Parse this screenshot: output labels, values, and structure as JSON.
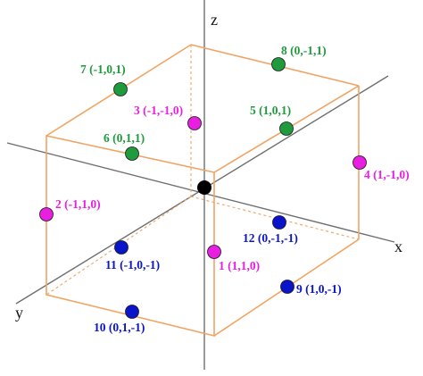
{
  "colors": {
    "green": "#1f9a3c",
    "magenta": "#e81ee0",
    "blue": "#0a14c8",
    "origin": "#000000",
    "cube_edge": "#f0a463",
    "axis": "#6e6e6e"
  },
  "axes": {
    "z_label": "z",
    "x_label": "x",
    "y_label": "y"
  },
  "points": [
    {
      "id": "1",
      "label": "1 (1,1,0)",
      "group": "magenta"
    },
    {
      "id": "2",
      "label": "2 (-1,1,0)",
      "group": "magenta"
    },
    {
      "id": "3",
      "label": "3 (-1,-1,0)",
      "group": "magenta"
    },
    {
      "id": "4",
      "label": "4 (1,-1,0)",
      "group": "magenta"
    },
    {
      "id": "5",
      "label": "5 (1,0,1)",
      "group": "green"
    },
    {
      "id": "6",
      "label": "6 (0,1,1)",
      "group": "green"
    },
    {
      "id": "7",
      "label": "7 (-1,0,1)",
      "group": "green"
    },
    {
      "id": "8",
      "label": "8 (0,-1,1)",
      "group": "green"
    },
    {
      "id": "9",
      "label": "9 (1,0,-1)",
      "group": "blue"
    },
    {
      "id": "10",
      "label": "10 (0,1,-1)",
      "group": "blue"
    },
    {
      "id": "11",
      "label": "11 (-1,0,-1)",
      "group": "blue"
    },
    {
      "id": "12",
      "label": "12 (0,-1,-1)",
      "group": "blue"
    }
  ]
}
